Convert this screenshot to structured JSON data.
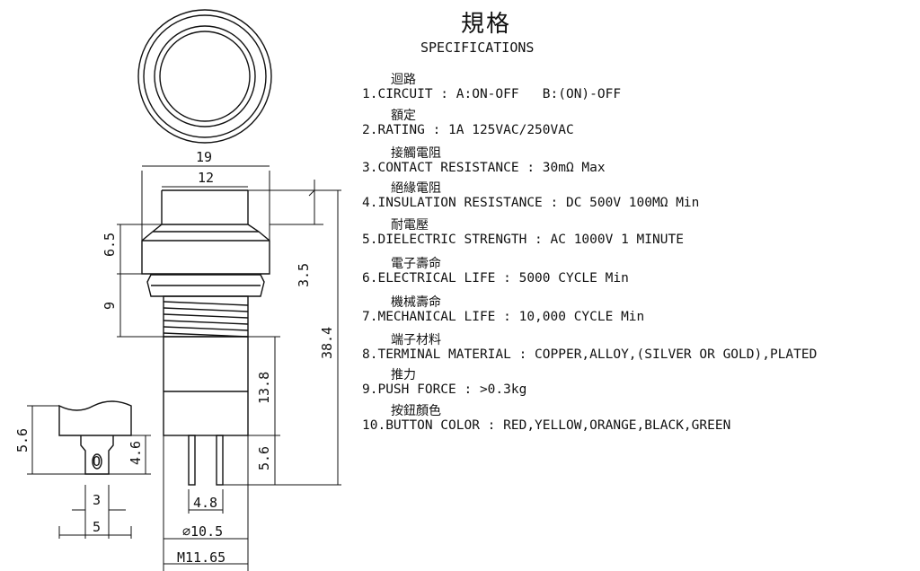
{
  "title_cn": "規格",
  "title_en": "SPECIFICATIONS",
  "specs": [
    {
      "cn": "迴路",
      "en": "1.CIRCUIT : A:ON-OFF   B:(ON)-OFF"
    },
    {
      "cn": "額定",
      "en": "2.RATING : 1A 125VAC/250VAC"
    },
    {
      "cn": "接觸電阻",
      "en": "3.CONTACT RESISTANCE : 30mΩ Max"
    },
    {
      "cn": "絕緣電阻",
      "en": "4.INSULATION RESISTANCE : DC 500V 100MΩ Min"
    },
    {
      "cn": "耐電壓",
      "en": "5.DIELECTRIC STRENGTH : AC 1000V 1 MINUTE"
    },
    {
      "cn": "電子壽命",
      "en": "6.ELECTRICAL LIFE : 5000 CYCLE Min"
    },
    {
      "cn": "機械壽命",
      "en": "7.MECHANICAL LIFE : 10,000 CYCLE Min"
    },
    {
      "cn": "端子材料",
      "en": "8.TERMINAL MATERIAL : COPPER,ALLOY,(SILVER OR GOLD),PLATED"
    },
    {
      "cn": "推力",
      "en": "9.PUSH FORCE : >0.3kg"
    },
    {
      "cn": "按鈕顏色",
      "en": "10.BUTTON COLOR : RED,YELLOW,ORANGE,BLACK,GREEN"
    }
  ],
  "dimensions": {
    "d19": "19",
    "d12": "12",
    "d6_5": "6.5",
    "d9": "9",
    "d3_5": "3.5",
    "d38_4": "38.4",
    "d13_8": "13.8",
    "d5_6_side": "5.6",
    "d4_8": "4.8",
    "d10_5": "⌀10.5",
    "m11_65": "M11.65",
    "t5_6": "5.6",
    "t4_6": "4.6",
    "t3": "3",
    "t5": "5",
    "tO": "O"
  }
}
